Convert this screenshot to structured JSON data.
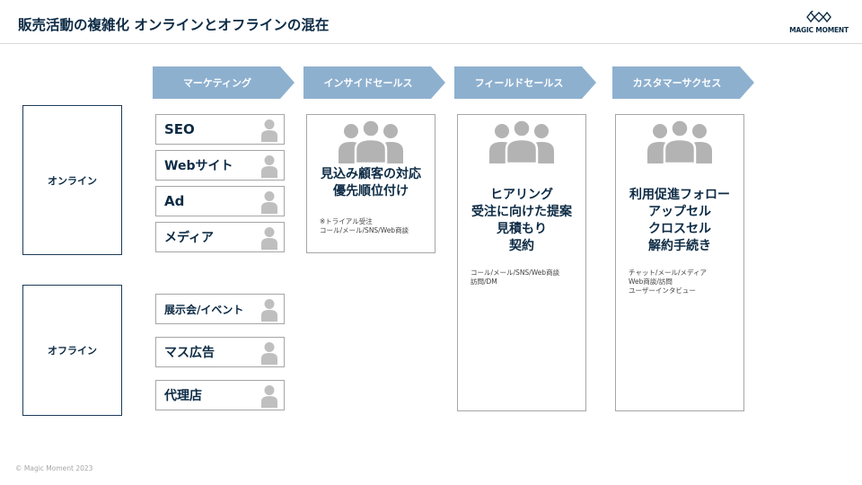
{
  "header": {
    "title": "販売活動の複雑化 オンラインとオフラインの混在",
    "logo_text": "MAGIC MOMENT"
  },
  "stages": [
    "マーケティング",
    "インサイドセールス",
    "フィールドセールス",
    "カスタマーサクセス"
  ],
  "segments": {
    "online": "オンライン",
    "offline": "オフライン"
  },
  "channels": {
    "online": [
      "SEO",
      "Webサイト",
      "Ad",
      "メディア"
    ],
    "offline": [
      "展示会/イベント",
      "マス広告",
      "代理店"
    ]
  },
  "panels": {
    "inside_sales": {
      "main": [
        "見込み顧客の対応",
        "優先順位付け"
      ],
      "note": [
        "※トライアル受注",
        "コール/メール/SNS/Web商談"
      ]
    },
    "field_sales": {
      "main": [
        "ヒアリング",
        "受注に向けた提案",
        "見積もり",
        "契約"
      ],
      "note": [
        "コール/メール/SNS/Web商談",
        "訪問/DM"
      ]
    },
    "customer_success": {
      "main": [
        "利用促進フォロー",
        "アップセル",
        "クロスセル",
        "解約手続き"
      ],
      "note": [
        "チャット/メール/メディア",
        "Web商談/訪問",
        "ユーザーインタビュー"
      ]
    }
  },
  "footer": {
    "copyright": "© Magic Moment 2023"
  },
  "colors": {
    "navy": "#0d2b45",
    "arrow_fill": "#8eb0cf",
    "person_icon": "#bfbfbf",
    "group_icon": "#b3b3b3",
    "border_gray": "#a6a6a6"
  },
  "icons": {
    "channel_icon": "person-icon",
    "panel_icon": "people-group-icon",
    "logo_icon": "diamond-lattice-icon"
  }
}
